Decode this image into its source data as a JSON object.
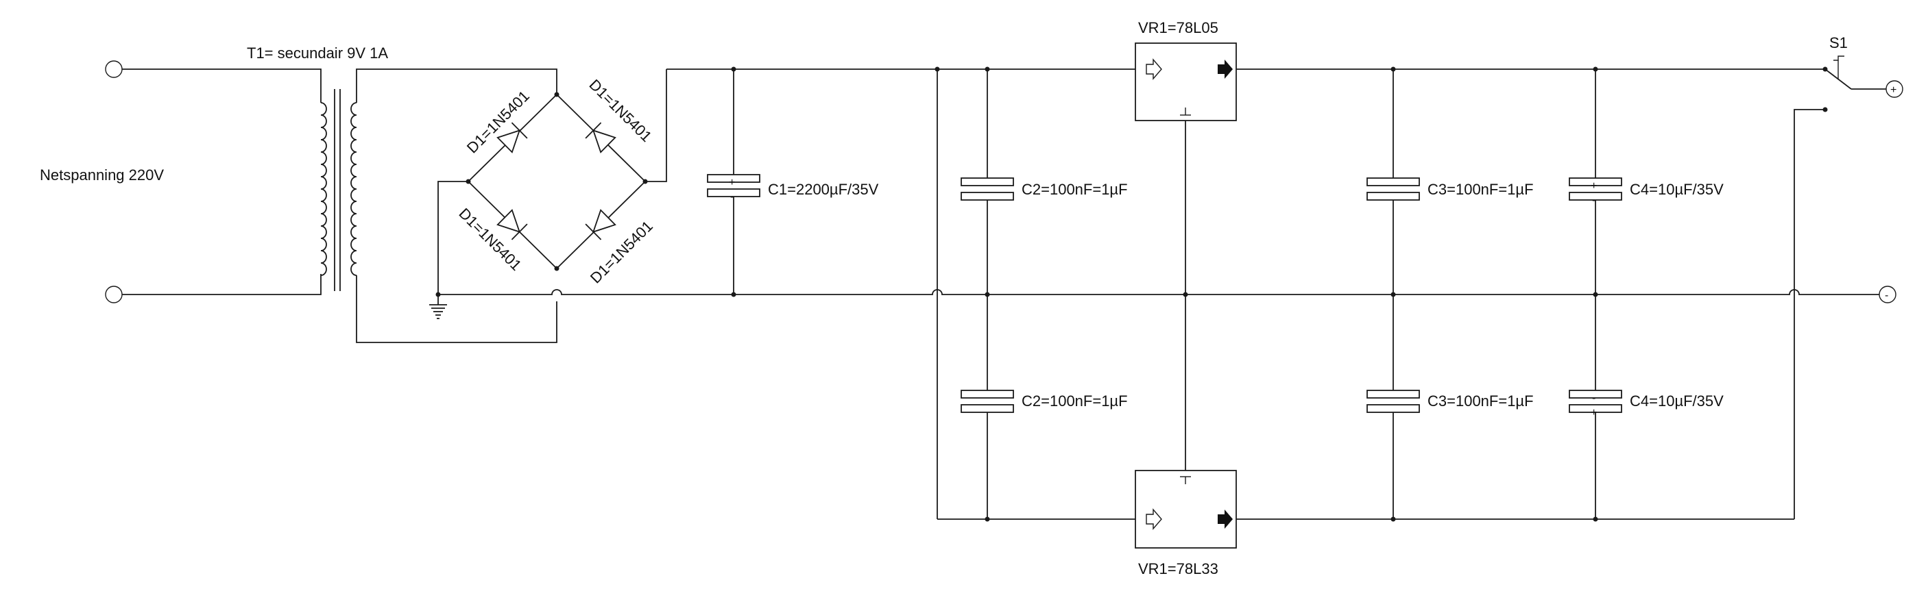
{
  "labels": {
    "mains": "Netspanning 220V",
    "transformer": "T1= secundair 9V 1A",
    "diode_tl": "D1=1N5401",
    "diode_tr": "D1=1N5401",
    "diode_bl": "D1=1N5401",
    "diode_br": "D1=1N5401",
    "c1": "C1=2200µF/35V",
    "c2_top": "C2=100nF=1µF",
    "c2_bottom": "C2=100nF=1µF",
    "c3_top": "C3=100nF=1µF",
    "c3_bottom": "C3=100nF=1µF",
    "c4_top": "C4=10µF/35V",
    "c4_bottom": "C4=10µF/35V",
    "vr_top": "VR1=78L05",
    "vr_bottom": "VR1=78L33",
    "switch": "S1",
    "out_plus": "+",
    "out_minus": "-"
  },
  "polarity": {
    "plus": "+",
    "minus": "-"
  }
}
